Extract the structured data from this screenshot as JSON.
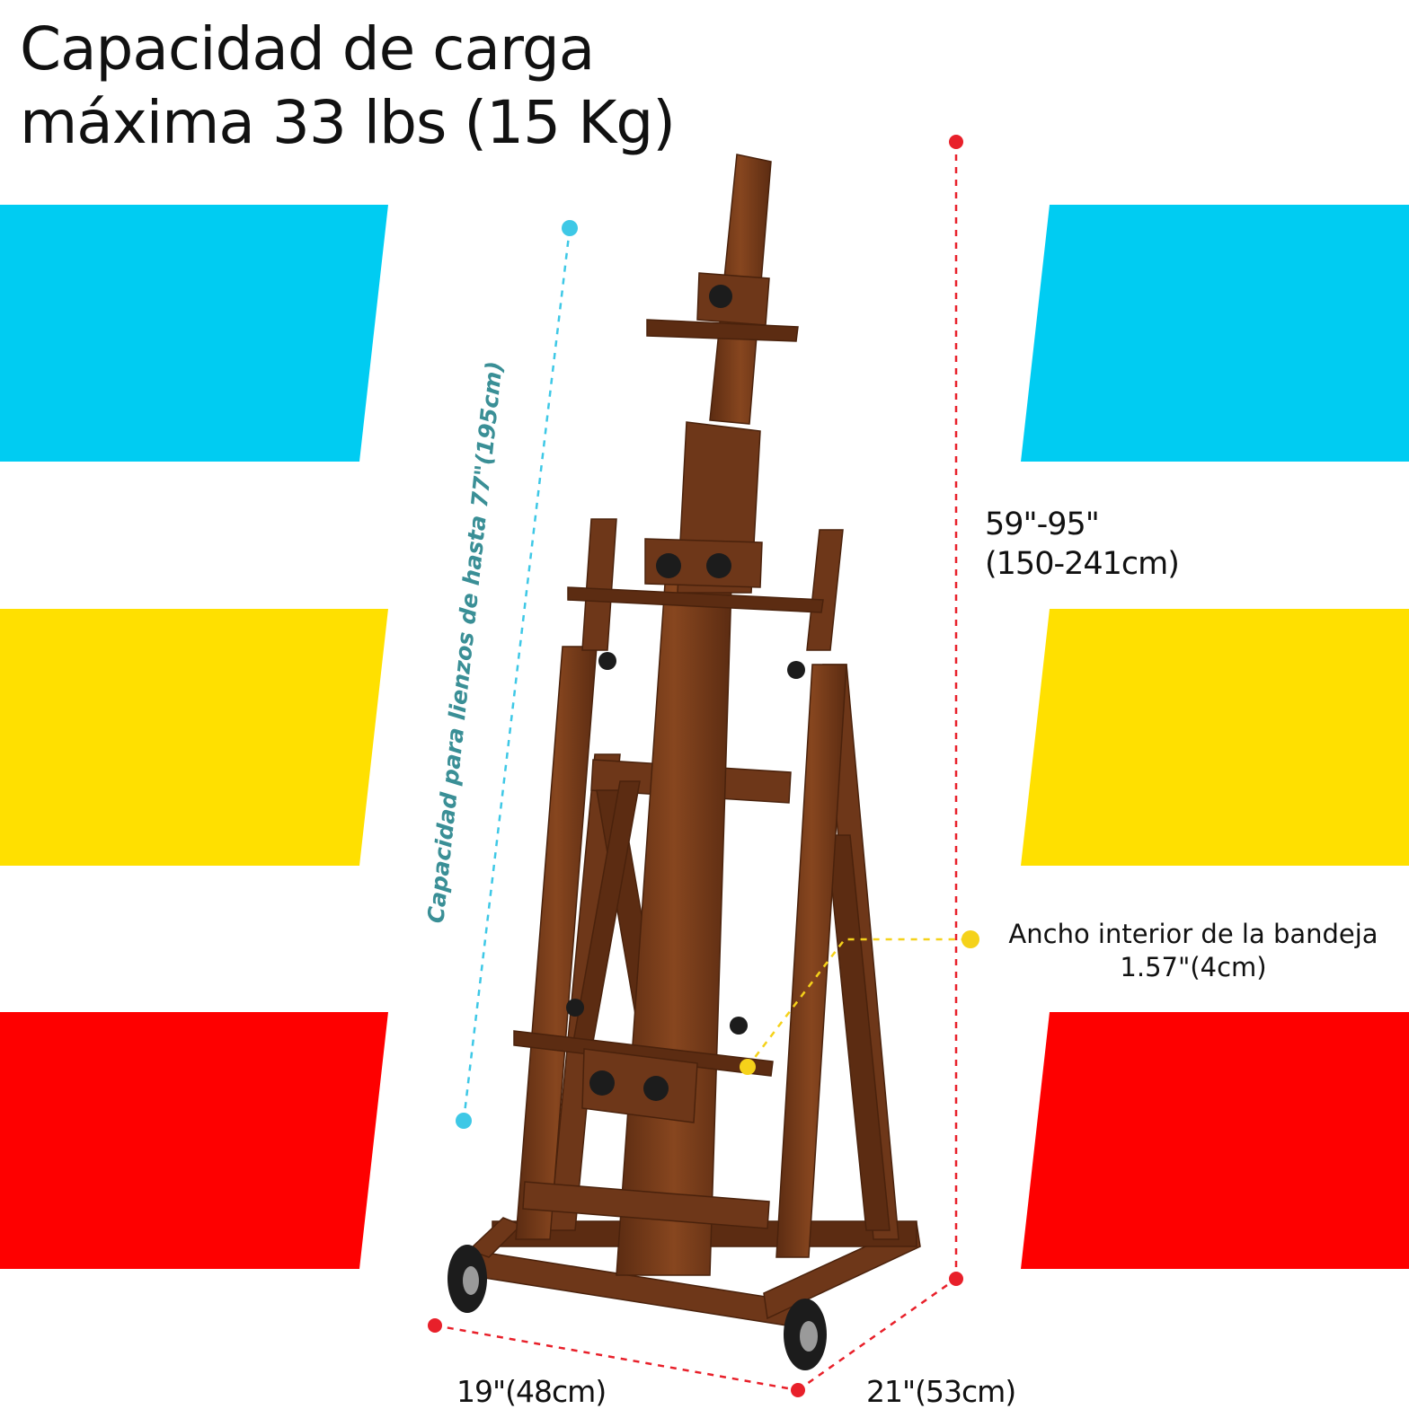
{
  "headline": {
    "line1": "Capacidad de carga",
    "line2": "máxima 33 lbs (15 Kg)"
  },
  "annotations": {
    "height_line1": "59\"-95\"",
    "height_line2": "(150-241cm)",
    "tray_line1": "Ancho interior de la bandeja",
    "tray_line2": "1.57\"(4cm)",
    "canvas_capacity": "Capacidad para lienzos de hasta 77\"(195cm)",
    "depth": "19\"(48cm)",
    "width": "21\"(53cm)"
  },
  "colors": {
    "band_blue": "#00ccf2",
    "band_yellow": "#ffe000",
    "band_red": "#fe0000",
    "wood": "#7a3e1c",
    "knob": "#1c1c1c",
    "dim_red": "#e8202a",
    "dim_cyan": "#3ec8e6",
    "dim_yellow": "#f5d21a",
    "canvas_text": "#3a8f96"
  }
}
